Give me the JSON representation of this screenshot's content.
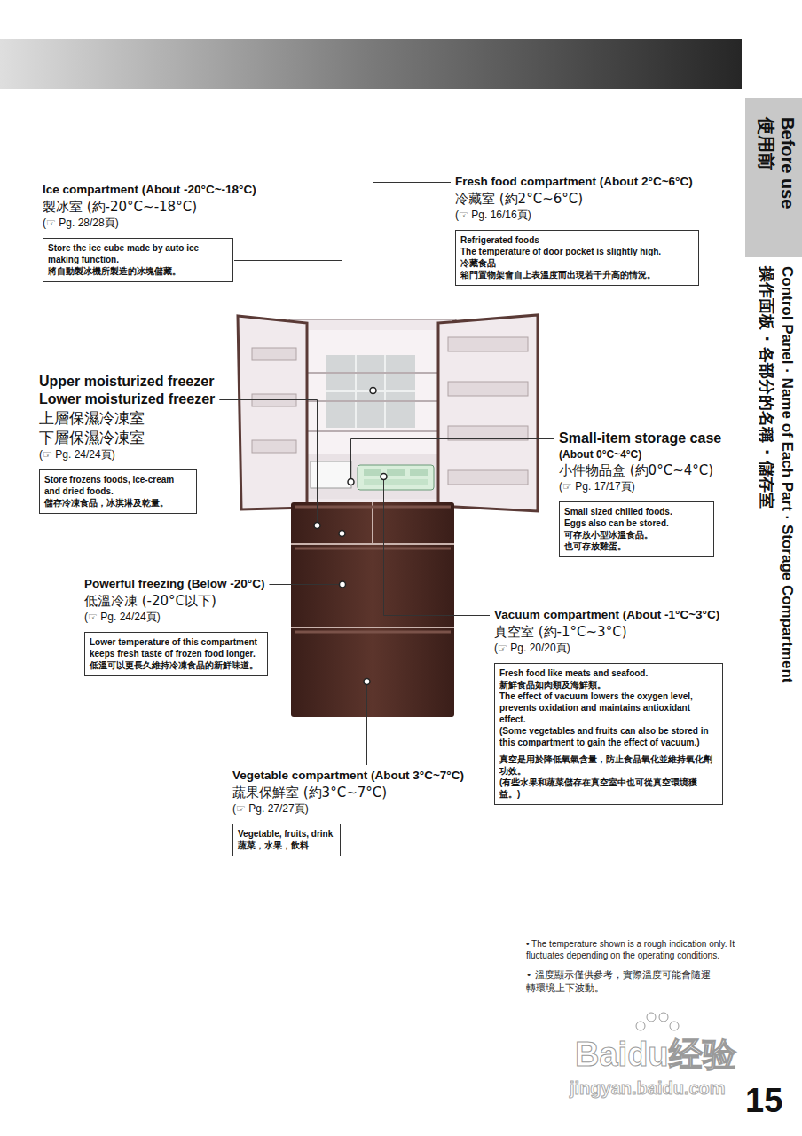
{
  "diagram": {
    "title": "Control Panel · Name of Each Part · Storage Compartment",
    "nodes": [
      {
        "text": [
          "Ice compartment (About -20°C~-18°C)",
          "製冰室 (約-20°C~-18°C)",
          "(☞ Pg. 28/28頁)",
          "Store the ice cube made by auto ice making function.",
          "將自動製冰機所製造的冰塊儲藏。"
        ]
      },
      {
        "text": [
          "Fresh food compartment (About 2°C~6°C)",
          "冷藏室 (約2°C~6°C)",
          "(☞ Pg. 16/16頁)",
          "Refrigerated foods",
          "The temperature of door pocket is slightly high.",
          "冷藏食品",
          "箱門置物架會自上表溫度而出現若干升高的情況。"
        ]
      },
      {
        "text": [
          "Upper moisturized freezer",
          "Lower moisturized freezer",
          "上層保濕冷凍室",
          "下層保濕冷凍室",
          "(☞ Pg. 24/24頁)",
          "Store frozens foods, ice-cream and dried foods.",
          "儲存冷凍食品，冰淇淋及乾量。"
        ]
      },
      {
        "text": [
          "Small-item storage case",
          "(About 0°C~4°C)",
          "小件物品盒 (約0°C~4°C)",
          "(☞ Pg. 17/17頁)",
          "Small sized chilled foods.",
          "Eggs also can be stored.",
          "可存放小型冰溫食品。",
          "也可存放雞蛋。"
        ]
      },
      {
        "text": [
          "Powerful freezing (Below -20°C)",
          "低溫冷凍 (-20°C以下)",
          "(☞ Pg. 24/24頁)",
          "Lower temperature of this compartment keeps fresh taste of frozen food longer.",
          "低溫可以更長久維持冷凍食品的新鮮味道。"
        ]
      },
      {
        "text": [
          "Vacuum compartment (About -1°C~3°C)",
          "真空室 (約-1°C~3°C)",
          "(☞ Pg. 20/20頁)",
          "Fresh food like meats and seafood.",
          "新鮮食品如肉類及海鮮類。",
          "The effect of vacuum lowers the oxygen level, prevents oxidation and maintains antioxidant effect.",
          "(Some vegetables and fruits can also be stored in this compartment to gain the effect of vacuum.)",
          "真空是用於降低氧氣含量，防止食品氧化並維持氧化劑功效。",
          "(有些水果和蔬菜儲存在真空室中也可從真空環境獲益。)"
        ]
      },
      {
        "text": [
          "Vegetable compartment (About 3°C~7°C)",
          "蔬果保鮮室 (約3°C~7°C)",
          "(☞ Pg. 27/27頁)",
          "Vegetable, fruits, drink",
          "蔬菜，水果，飲料"
        ]
      },
      {
        "text": [
          "Before use",
          "使用前"
        ]
      }
    ],
    "labels": [
      "操作面板 · 各部分的名稱 · 儲存室",
      "• The temperature shown is a rough indication only. It fluctuates depending on the operating conditions.",
      "• 溫度顯示僅供參考，實際溫度可能會隨運轉環境上下波動。",
      "15",
      "Baidu经验",
      "jingyan.baidu.com"
    ]
  }
}
